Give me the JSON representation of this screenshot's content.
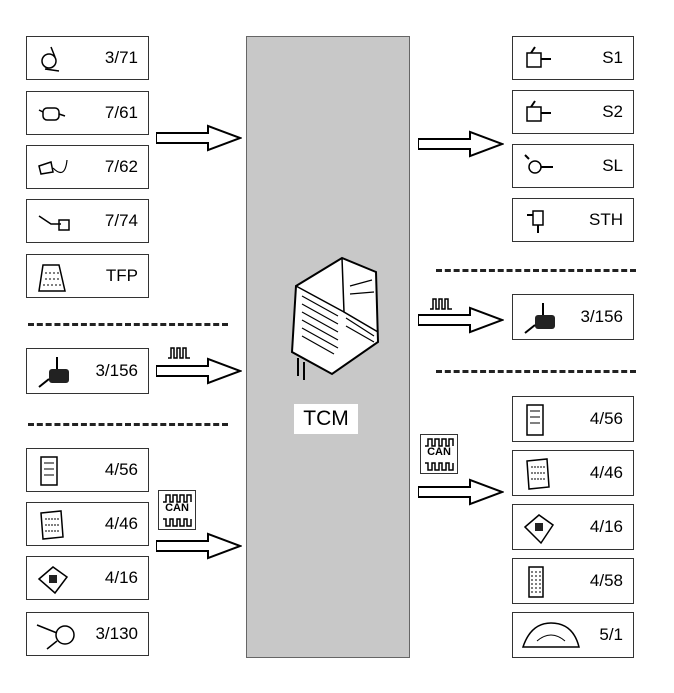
{
  "inputs": {
    "sensors": [
      "3/71",
      "7/61",
      "7/62",
      "7/74",
      "TFP"
    ],
    "selector": "3/156",
    "can": [
      "4/56",
      "4/46",
      "4/16",
      "3/130"
    ]
  },
  "outputs": {
    "solenoids": [
      "S1",
      "S2",
      "SL",
      "STH"
    ],
    "selector": "3/156",
    "can": [
      "4/56",
      "4/46",
      "4/16",
      "4/58",
      "5/1"
    ]
  },
  "tcm": {
    "label": "TCM"
  },
  "can_label": "CAN"
}
